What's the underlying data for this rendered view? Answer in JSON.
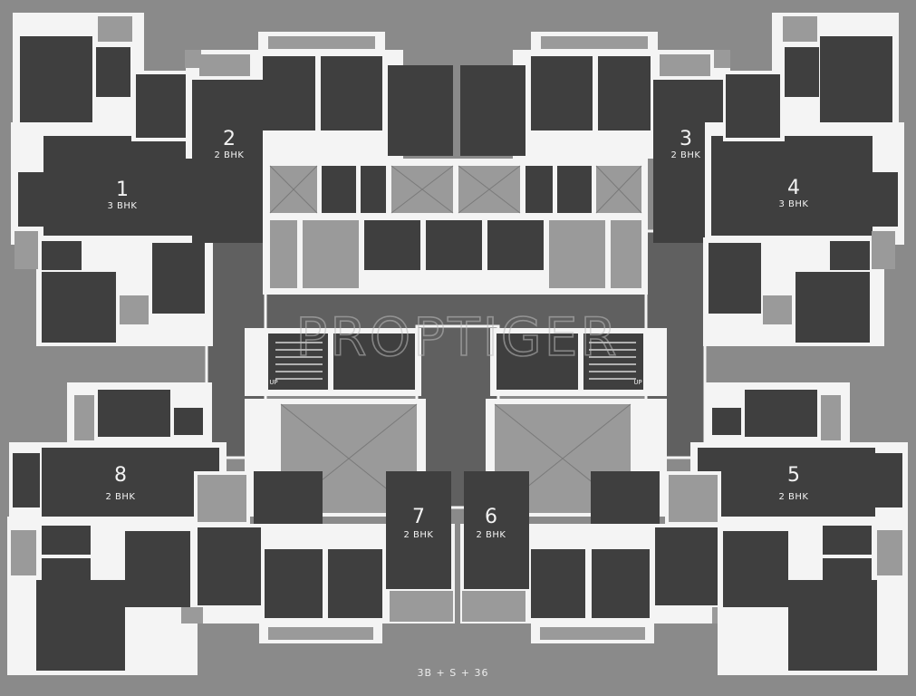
{
  "units": [
    {
      "number": "1",
      "type": "3 BHK"
    },
    {
      "number": "2",
      "type": "2 BHK"
    },
    {
      "number": "3",
      "type": "2 BHK"
    },
    {
      "number": "4",
      "type": "3 BHK"
    },
    {
      "number": "5",
      "type": "2 BHK"
    },
    {
      "number": "6",
      "type": "2 BHK"
    },
    {
      "number": "7",
      "type": "2 BHK"
    },
    {
      "number": "8",
      "type": "2 BHK"
    }
  ],
  "stairs": {
    "left_label": "UP",
    "right_label": "UP"
  },
  "footer": {
    "floors_note": "3B + S + 36"
  },
  "watermark": {
    "text": "PROPTIGER"
  },
  "colors": {
    "background": "#8a8a8a",
    "room": "#3f3f3f",
    "wall": "#f4f4f4",
    "lobby": "#606060",
    "shaft": "#9a9a9a"
  }
}
